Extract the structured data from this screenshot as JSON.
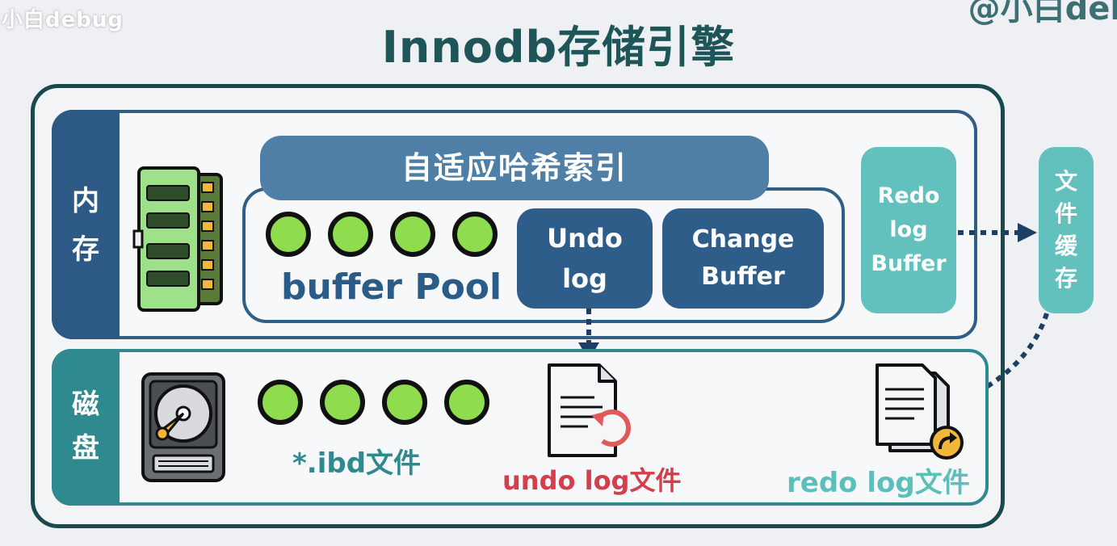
{
  "watermark": {
    "left": "小白debug",
    "right": "@小白deb"
  },
  "title": "Innodb存储引擎",
  "memory": {
    "label_line1": "内",
    "label_line2": "存",
    "hash_index": "自适应哈希索引",
    "buffer_pool": "buffer Pool",
    "undo_log_line1": "Undo",
    "undo_log_line2": "log",
    "change_buffer_line1": "Change",
    "change_buffer_line2": "Buffer",
    "redo_log_buffer_line1": "Redo",
    "redo_log_buffer_line2": "log",
    "redo_log_buffer_line3": "Buffer"
  },
  "file_cache": {
    "line1": "文",
    "line2": "件",
    "line3": "缓",
    "line4": "存"
  },
  "disk": {
    "label_line1": "磁",
    "label_line2": "盘",
    "ibd_file": "*.ibd文件",
    "undo_log_file": "undo log文件",
    "redo_log_file": "redo log文件"
  },
  "icons": [
    "ram-icon",
    "hard-disk-icon",
    "undo-file-icon",
    "redo-file-icon",
    "arrow-down-icon",
    "arrow-right-icon",
    "arrow-down-left-icon"
  ],
  "colors": {
    "title": "#1d5558",
    "memory_accent": "#2c5a85",
    "disk_accent": "#2e8a8e",
    "teal_box": "#62c1bc",
    "dot_fill": "#8fdc4e",
    "undo_red": "#d43f4c"
  }
}
